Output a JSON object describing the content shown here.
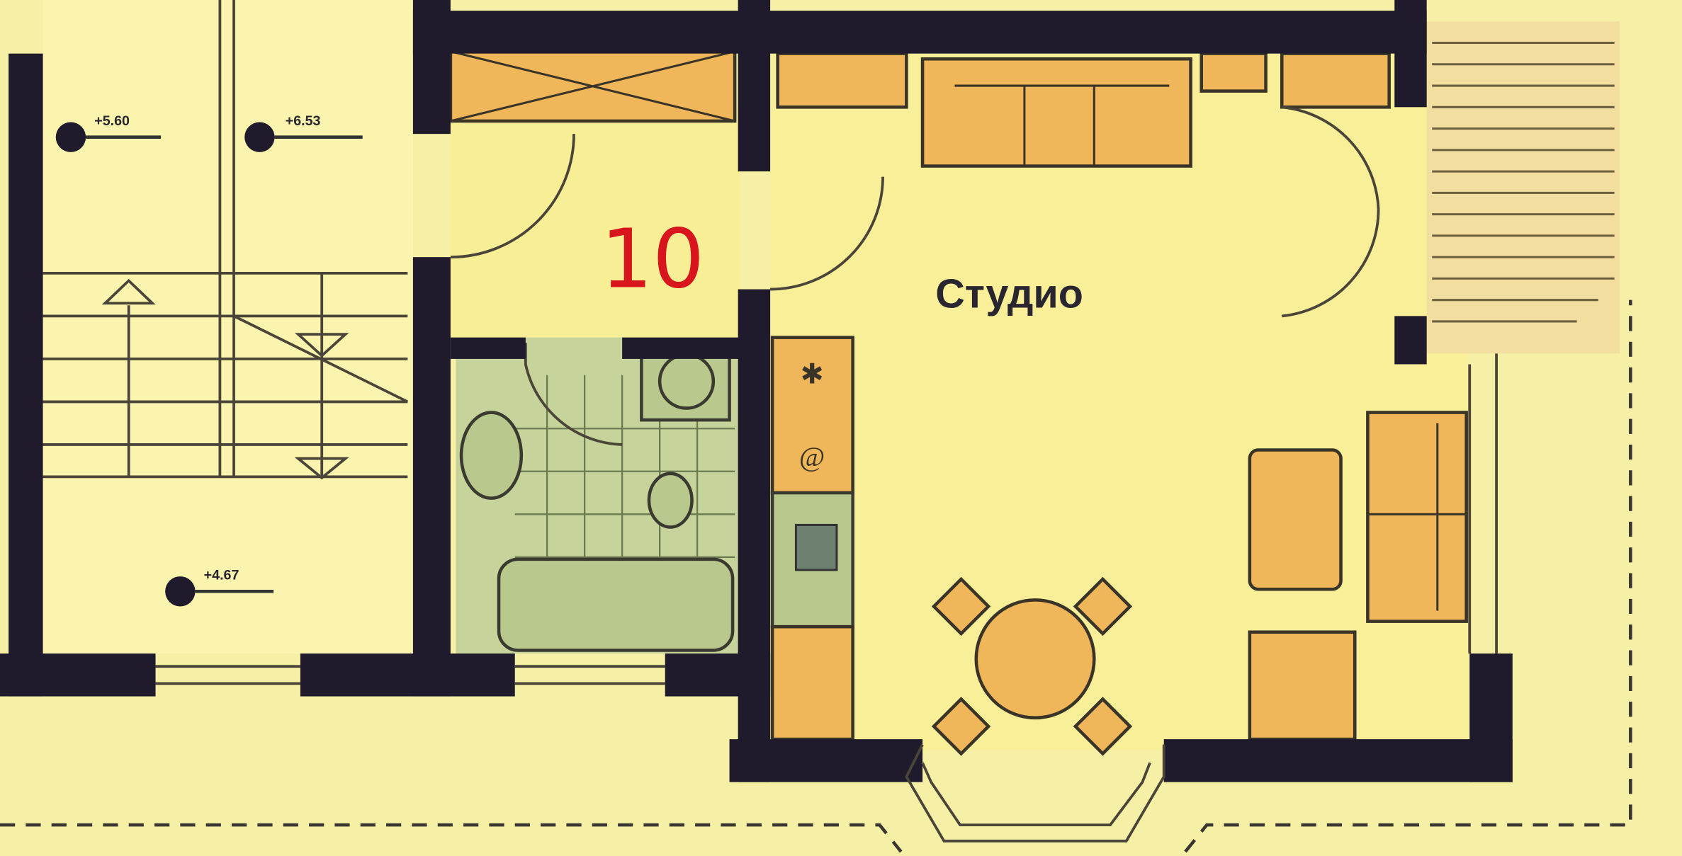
{
  "plan": {
    "unit_number": "10",
    "room_label": "Студио",
    "elevations": [
      "+5.60",
      "+6.53",
      "+4.67"
    ]
  },
  "colors": {
    "floor": "#f8f1a2",
    "wall": "#1f1b2c",
    "furniture": "#efb65a",
    "bathroom": "#b9c98e",
    "unit_number": "#d8141c"
  }
}
